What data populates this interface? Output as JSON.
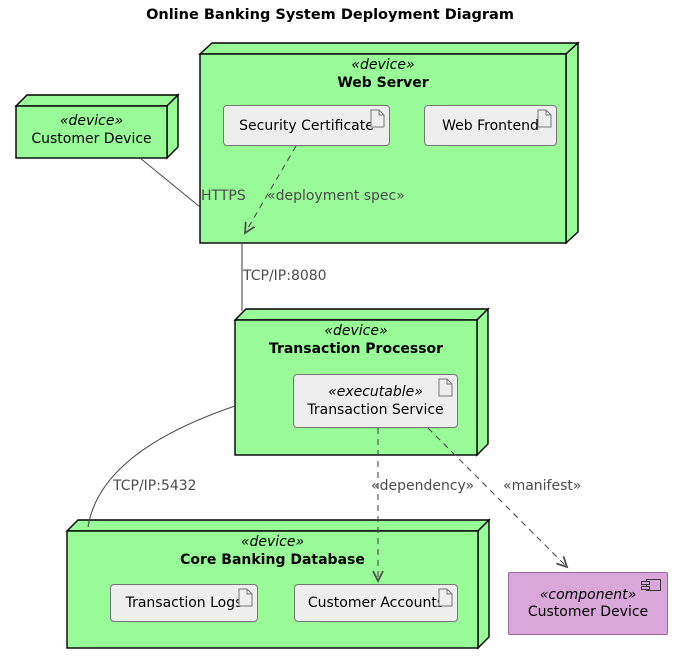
{
  "title": "Online Banking System Deployment Diagram",
  "nodes": {
    "customer_device": {
      "stereotype": "«device»",
      "name": "Customer Device"
    },
    "web_server": {
      "stereotype": "«device»",
      "name": "Web Server",
      "artifacts": {
        "security_certificate": {
          "name": "Security Certificate"
        },
        "web_frontend": {
          "name": "Web Frontend"
        }
      }
    },
    "transaction_processor": {
      "stereotype": "«device»",
      "name": "Transaction Processor",
      "artifacts": {
        "transaction_service": {
          "stereotype": "«executable»",
          "name": "Transaction Service"
        }
      }
    },
    "core_banking_database": {
      "stereotype": "«device»",
      "name": "Core Banking Database",
      "artifacts": {
        "transaction_logs": {
          "name": "Transaction Logs"
        },
        "customer_accounts": {
          "name": "Customer Accounts"
        }
      }
    }
  },
  "component": {
    "stereotype": "«component»",
    "name": "Customer Device"
  },
  "edges": {
    "https": {
      "label": "HTTPS",
      "from": "Customer Device (device)",
      "to": "Web Server",
      "style": "solid"
    },
    "deployment_spec": {
      "label": "«deployment spec»",
      "from": "Security Certificate",
      "to": "Web Server",
      "style": "dashed-arrow"
    },
    "tcp_8080": {
      "label": "TCP/IP:8080",
      "from": "Web Server",
      "to": "Transaction Processor",
      "style": "solid"
    },
    "tcp_5432": {
      "label": "TCP/IP:5432",
      "from": "Transaction Processor",
      "to": "Core Banking Database",
      "style": "solid-curve"
    },
    "dependency": {
      "label": "«dependency»",
      "from": "Transaction Service",
      "to": "Customer Accounts",
      "style": "dashed-arrow"
    },
    "manifest": {
      "label": "«manifest»",
      "from": "Transaction Service",
      "to": "Customer Device (component)",
      "style": "dashed-arrow"
    }
  },
  "colors": {
    "node_fill": "#98FB98",
    "node_border": "#000000",
    "artifact_fill": "#EEEEEE",
    "artifact_border": "#777777",
    "component_fill": "#D9A7D9",
    "component_border": "#9A6A9A",
    "edge": "#4D4D4D",
    "edge_label": "#4A4A4A",
    "background": "#FFFFFF"
  }
}
